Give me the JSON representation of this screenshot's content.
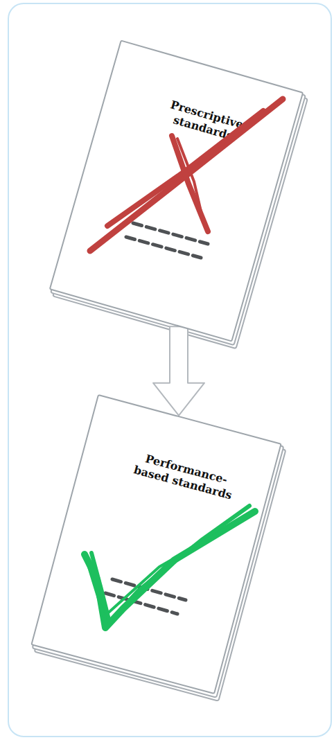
{
  "diagram": {
    "nodes": [
      {
        "text": [
          "Prescriptive standards"
        ]
      },
      {
        "text": [
          "Performance- based standards"
        ]
      }
    ],
    "edges": [
      {
        "from": 0,
        "to": 1,
        "arrow": "to"
      }
    ]
  }
}
